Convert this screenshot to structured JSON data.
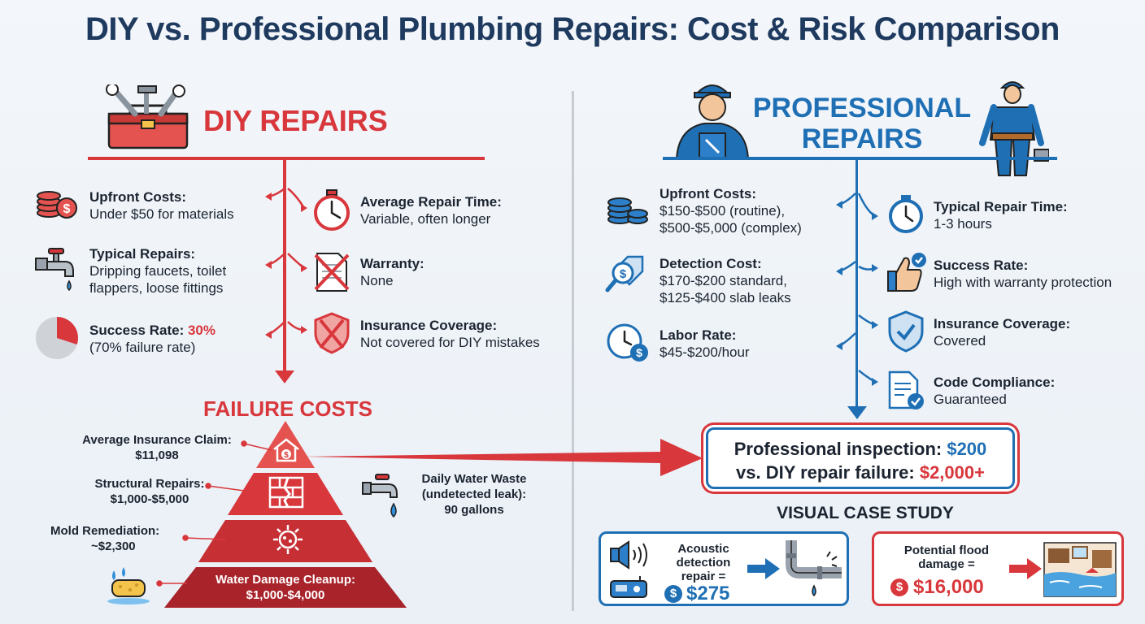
{
  "title": "DIY vs. Professional Plumbing Repairs: Cost & Risk Comparison",
  "diy": {
    "heading": "DIY REPAIRS",
    "left_items": [
      {
        "label": "Upfront Costs:",
        "text": "Under $50 for materials",
        "icon": "coins-dollar-icon"
      },
      {
        "label": "Typical Repairs:",
        "text": "Dripping faucets, toilet flappers, loose fittings",
        "icon": "faucet-icon"
      },
      {
        "label": "Success Rate: ",
        "highlight": "30%",
        "text": "(70% failure rate)",
        "icon": "pie-chart-icon",
        "success_fraction": 0.3
      }
    ],
    "right_items": [
      {
        "label": "Average Repair Time:",
        "text": "Variable, often longer",
        "icon": "stopwatch-icon"
      },
      {
        "label": "Warranty:",
        "text": "None",
        "icon": "crossed-document-icon"
      },
      {
        "label": "Insurance Coverage:",
        "text": "Not covered for DIY mistakes",
        "icon": "crossed-shield-icon"
      }
    ]
  },
  "failure": {
    "title": "FAILURE COSTS",
    "levels": [
      {
        "label": "Average Insurance Claim:",
        "value": "$11,098",
        "icon": "house-money-icon"
      },
      {
        "label": "Structural Repairs:",
        "value": "$1,000-$5,000",
        "icon": "cracked-wall-icon"
      },
      {
        "label": "Mold Remediation:",
        "value": "~$2,300",
        "icon": "mold-icon"
      },
      {
        "label": "Water Damage Cleanup:",
        "value": "$1,000-$4,000",
        "icon": "sponge-icon"
      }
    ],
    "water_waste": {
      "line1": "Daily Water Waste",
      "line2": "(undetected leak):",
      "line3": "90 gallons",
      "icon": "dripping-faucet-icon"
    }
  },
  "pro": {
    "heading_line1": "PROFESSIONAL",
    "heading_line2": "REPAIRS",
    "left_items": [
      {
        "label": "Upfront Costs:",
        "line1": "$150-$500 (routine),",
        "line2": "$500-$5,000 (complex)",
        "icon": "coins-stack-icon"
      },
      {
        "label": "Detection Cost:",
        "line1": "$170-$200 standard,",
        "line2": "$125-$400 slab leaks",
        "icon": "magnifier-tag-icon"
      },
      {
        "label": "Labor Rate:",
        "line1": "$45-$200/hour",
        "line2": "",
        "icon": "clock-dollar-icon"
      }
    ],
    "right_items": [
      {
        "label": "Typical Repair Time:",
        "text": "1-3 hours",
        "icon": "clock-icon"
      },
      {
        "label": "Success Rate:",
        "text": "High with warranty protection",
        "icon": "thumbs-up-icon"
      },
      {
        "label": "Insurance Coverage:",
        "text": "Covered",
        "icon": "check-shield-icon"
      },
      {
        "label": "Code Compliance:",
        "text": "Guaranteed",
        "icon": "certified-document-icon"
      }
    ]
  },
  "comparison": {
    "line1_prefix": "Professional inspection: ",
    "line1_value": "$200",
    "line2_prefix": "vs. DIY repair failure: ",
    "line2_value": "$2,000+"
  },
  "case_study": {
    "title": "VISUAL CASE STUDY",
    "acoustic": {
      "line1": "Acoustic",
      "line2": "detection",
      "line3": "repair =",
      "amount": "$275"
    },
    "flood": {
      "line1": "Potential flood",
      "line2": "damage =",
      "amount": "$16,000"
    }
  },
  "colors": {
    "diy_red": "#d8373c",
    "pro_blue": "#1f6fb5",
    "title_navy": "#1f3a5f"
  }
}
